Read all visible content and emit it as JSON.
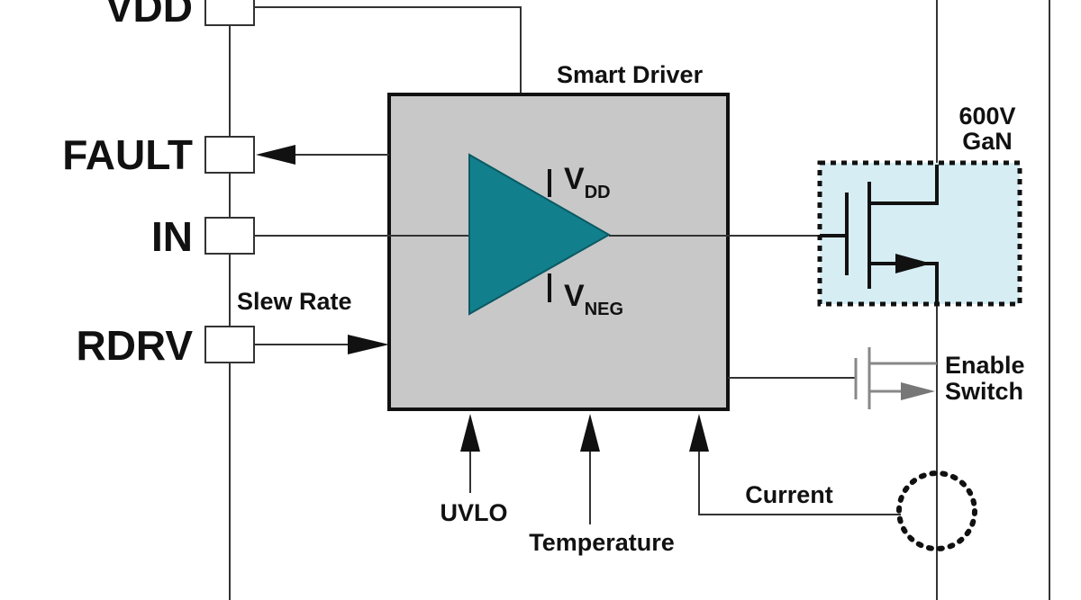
{
  "pins": {
    "vdd": "VDD",
    "fault": "FAULT",
    "in": "IN",
    "rdrv": "RDRV"
  },
  "labels": {
    "smart_driver": "Smart Driver",
    "slew_rate": "Slew Rate",
    "gan_line1": "600V",
    "gan_line2": "GaN",
    "vdd_main": "V",
    "vdd_sub": "DD",
    "vneg_main": "V",
    "vneg_sub": "NEG",
    "enable_line1": "Enable",
    "enable_line2": "Switch",
    "uvlo": "UVLO",
    "temperature": "Temperature",
    "current": "Current"
  },
  "colors": {
    "driver_fill": "#c8c8c8",
    "amplifier_fill": "#127f8c",
    "gan_fill": "#d6eef3",
    "wire": "#333333",
    "switch_gray": "#888888"
  }
}
